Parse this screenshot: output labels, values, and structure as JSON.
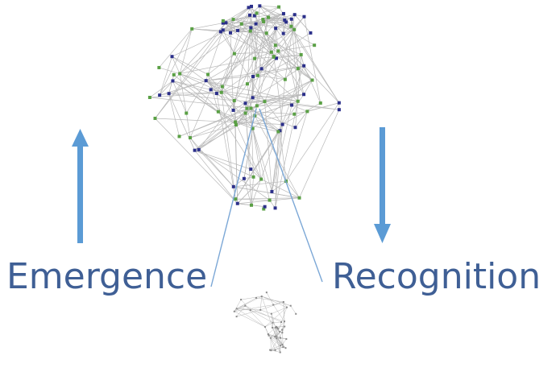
{
  "labels": {
    "left": "Emergence",
    "right": "Recognition"
  },
  "colors": {
    "arrow": "#5b9bd5",
    "label": "#3f5f95",
    "node_primary": "#2b2f8a",
    "node_secondary": "#5aa045",
    "edge": "#b9b9b9",
    "zoom_line": "#7ba7d6"
  },
  "arrows": {
    "left_direction": "up",
    "right_direction": "down"
  },
  "networks": {
    "large": "network graph (blue and green nodes, many gray edges)",
    "small": "small gray network graph"
  }
}
